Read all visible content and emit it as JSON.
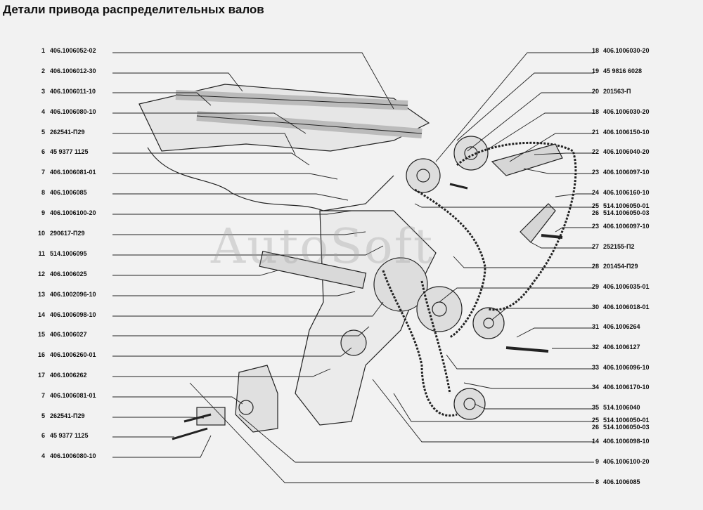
{
  "title": "Детали привода распределительных валов",
  "watermark": "AutoSoft",
  "left_labels": [
    {
      "num": "1",
      "code": "406.1006052-02"
    },
    {
      "num": "2",
      "code": "406.1006012-30"
    },
    {
      "num": "3",
      "code": "406.1006011-10"
    },
    {
      "num": "4",
      "code": "406.1006080-10"
    },
    {
      "num": "5",
      "code": "262541-П29"
    },
    {
      "num": "6",
      "code": "45 9377 1125"
    },
    {
      "num": "7",
      "code": "406.1006081-01"
    },
    {
      "num": "8",
      "code": "406.1006085"
    },
    {
      "num": "9",
      "code": "406.1006100-20"
    },
    {
      "num": "10",
      "code": "290617-П29"
    },
    {
      "num": "11",
      "code": "514.1006095"
    },
    {
      "num": "12",
      "code": "406.1006025"
    },
    {
      "num": "13",
      "code": "406.1002096-10"
    },
    {
      "num": "14",
      "code": "406.1006098-10"
    },
    {
      "num": "15",
      "code": "406.1006027"
    },
    {
      "num": "16",
      "code": "406.1006260-01"
    },
    {
      "num": "17",
      "code": "406.1006262"
    },
    {
      "num": "7",
      "code": "406.1006081-01"
    },
    {
      "num": "5",
      "code": "262541-П29"
    },
    {
      "num": "6",
      "code": "45 9377 1125"
    },
    {
      "num": "4",
      "code": "406.1006080-10"
    }
  ],
  "right_labels": [
    {
      "num": "18",
      "code": "406.1006030-20"
    },
    {
      "num": "19",
      "code": "45 9816 6028"
    },
    {
      "num": "20",
      "code": "201563-П"
    },
    {
      "num": "18",
      "code": "406.1006030-20"
    },
    {
      "num": "21",
      "code": "406.1006150-10"
    },
    {
      "num": "22",
      "code": "406.1006040-20"
    },
    {
      "num": "23",
      "code": "406.1006097-10"
    },
    {
      "num": "24",
      "code": "406.1006160-10"
    },
    {
      "num": "25",
      "code": "514.1006050-01"
    },
    {
      "num": "26",
      "code": "514.1006050-03"
    },
    {
      "num": "23",
      "code": "406.1006097-10"
    },
    {
      "num": "27",
      "code": "252155-П2"
    },
    {
      "num": "28",
      "code": "201454-П29"
    },
    {
      "num": "29",
      "code": "406.1006035-01"
    },
    {
      "num": "30",
      "code": "406.1006018-01"
    },
    {
      "num": "31",
      "code": "406.1006264"
    },
    {
      "num": "32",
      "code": "406.1006127"
    },
    {
      "num": "33",
      "code": "406.1006096-10"
    },
    {
      "num": "34",
      "code": "406.1006170-10"
    },
    {
      "num": "35",
      "code": "514.1006040"
    },
    {
      "num": "25",
      "code": "514.1006050-01"
    },
    {
      "num": "26",
      "code": "514.1006050-03"
    },
    {
      "num": "14",
      "code": "406.1006098-10"
    },
    {
      "num": "9",
      "code": "406.1006100-20"
    },
    {
      "num": "8",
      "code": "406.1006085"
    }
  ]
}
